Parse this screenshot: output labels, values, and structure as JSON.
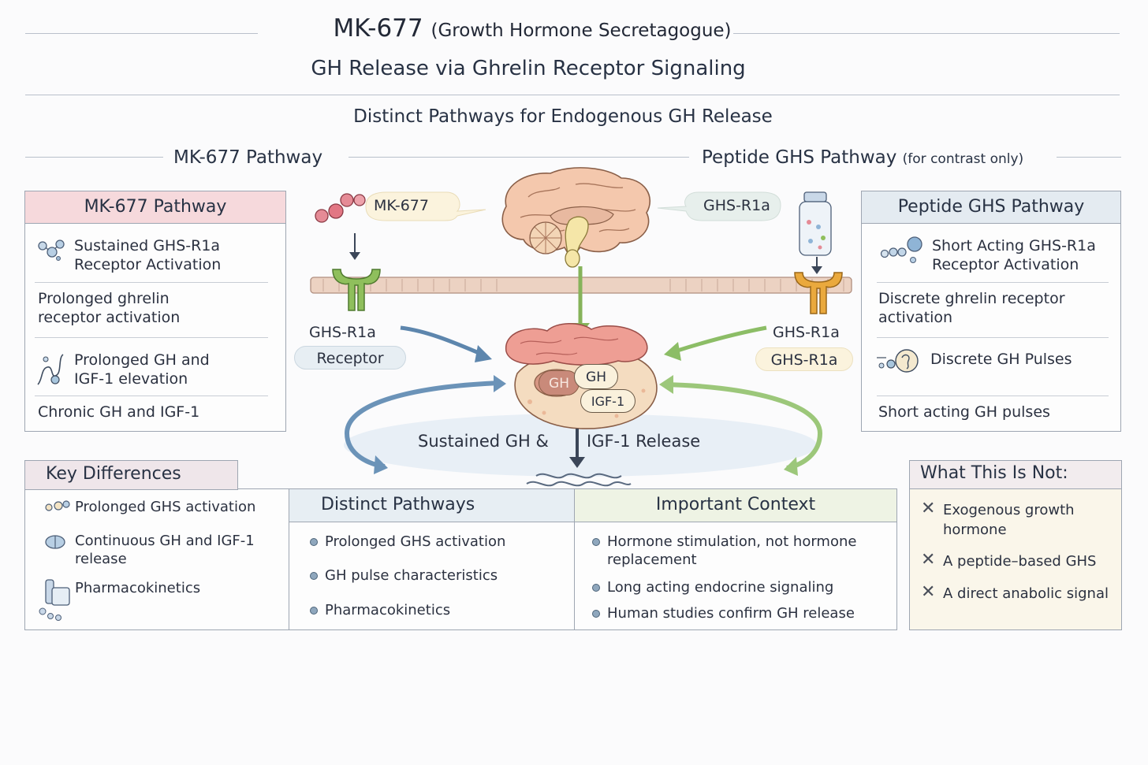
{
  "header": {
    "title": "MK-677",
    "title_paren": "(Growth Hormone Secretagogue)",
    "subtitle": "GH Release via Ghrelin Receptor Signaling",
    "section_title": "Distinct Pathways for Endogenous GH Release"
  },
  "left_heading": "MK-677 Pathway",
  "right_heading": "Peptide GHS Pathway",
  "right_heading_note": "(for contrast only)",
  "left_panel": {
    "title": "MK-677 Pathway",
    "items": [
      {
        "text": "Sustained GHS-R1a Receptor Activation",
        "line1": "Sustained GHS-R1a",
        "line2": "Receptor Activation"
      },
      {
        "text": "Prolonged ghrelin receptor activation",
        "line1": "Prolonged ghrelin",
        "line2": "receptor activation"
      },
      {
        "text": "Prolonged GH and IGF-1 elevation",
        "line1": "Prolonged GH and",
        "line2": "IGF-1 elevation"
      },
      {
        "text": "Chronic GH and IGF-1"
      }
    ]
  },
  "right_panel": {
    "title": "Peptide GHS Pathway",
    "items": [
      {
        "line1": "Short Acting GHS-R1a",
        "line2": "Receptor Activation"
      },
      {
        "line1": "Discrete ghrelin receptor",
        "line2": "activation"
      },
      {
        "text": "Discrete GH Pulses"
      },
      {
        "text": "Short acting GH pulses"
      }
    ]
  },
  "center": {
    "mk677_label": "MK-677",
    "ghs_bubble": "GHS-R1a",
    "left_receptor_label": "GHS-R1a",
    "left_receptor_pill": "Receptor",
    "right_receptor_label": "GHS-R1a",
    "right_receptor_pill": "GHS-R1a",
    "pituitary_gh": "GH",
    "pituitary_gh2": "GH",
    "pituitary_igf": "IGF-1",
    "release_left": "Sustained GH &",
    "release_right": "IGF-1 Release"
  },
  "key_differences": {
    "title": "Key Differences",
    "items": [
      {
        "text": "Prolonged GHS activation"
      },
      {
        "line1": "Continuous GH and IGF-1",
        "line2": "release"
      },
      {
        "text": "Pharmacokinetics"
      }
    ]
  },
  "distinct_pathways": {
    "title": "Distinct Pathways",
    "items": [
      "Prolonged GHS activation",
      "GH pulse characteristics",
      "Pharmacokinetics"
    ]
  },
  "important_context": {
    "title": "Important Context",
    "items": [
      {
        "line1": "Hormone stimulation, not hormone",
        "line2": "replacement"
      },
      {
        "line1": "Long acting endocrine signaling"
      },
      {
        "line1": "Human studies confirm GH release"
      }
    ]
  },
  "what_not": {
    "title": "What This Is Not:",
    "items": [
      {
        "line1": "Exogenous growth",
        "line2": "hormone"
      },
      {
        "line1": "A peptide–based GHS"
      },
      {
        "line1": "A direct anabolic signal"
      }
    ]
  },
  "colors": {
    "left_accent": "#f6d9dc",
    "right_accent": "#e4ebf1",
    "green_receptor": "#86b35a",
    "orange_receptor": "#e9a940",
    "blue_arrow": "#5d86ad",
    "green_arrow": "#8cbd66"
  },
  "icons": [
    "molecules-icon",
    "brain-icon",
    "vial-icon",
    "receptor-icon",
    "pituitary-icon",
    "wave-icon",
    "x-mark-icon",
    "pill-icon"
  ]
}
